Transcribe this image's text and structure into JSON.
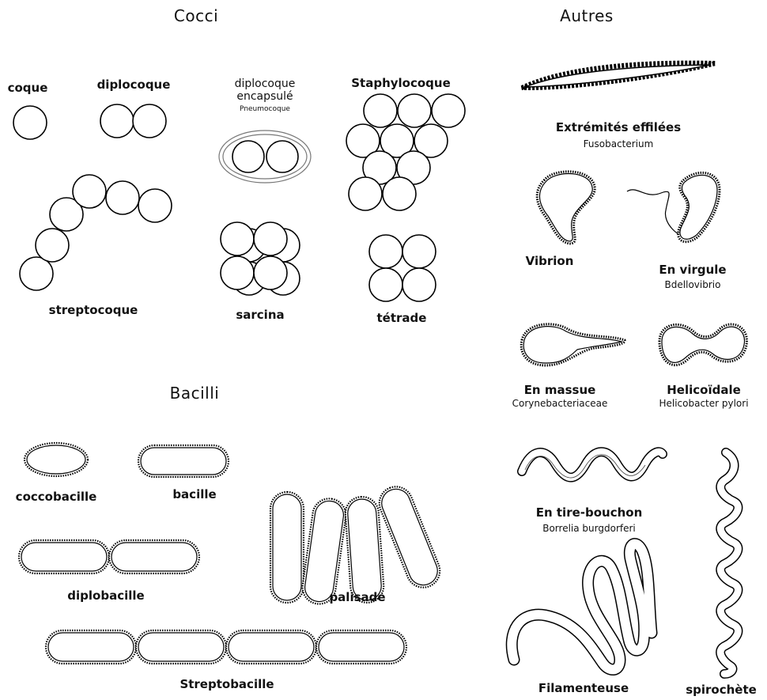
{
  "sections": {
    "cocci": "Cocci",
    "autres": "Autres",
    "bacilli": "Bacilli"
  },
  "cocci": {
    "coque": "coque",
    "diplocoque": "diplocoque",
    "diplocoque_encapsule_1": "diplocoque",
    "diplocoque_encapsule_2": "encapsulé",
    "pneumocoque": "Pneumocoque",
    "staphylocoque": "Staphylocoque",
    "streptocoque": "streptocoque",
    "sarcina": "sarcina",
    "tetrade": "tétrade"
  },
  "bacilli": {
    "coccobacille": "coccobacille",
    "bacille": "bacille",
    "diplobacille": "diplobacille",
    "palisade": "palisade",
    "streptobacille": "Streptobacille"
  },
  "autres": {
    "effilees": "Extrémités effilées",
    "fusobacterium": "Fusobacterium",
    "vibrion": "Vibrion",
    "virgule": "En virgule",
    "bdellovibrio": "Bdellovibrio",
    "massue": "En massue",
    "corynebacteriaceae": "Corynebacteriaceae",
    "helicoidale": "Helicoïdale",
    "helicobacter": "Helicobacter pylori",
    "tire_bouchon": "En tire-bouchon",
    "borrelia": "Borrelia burgdorferi",
    "filamenteuse": "Filamenteuse",
    "spirochete": "spirochète"
  }
}
